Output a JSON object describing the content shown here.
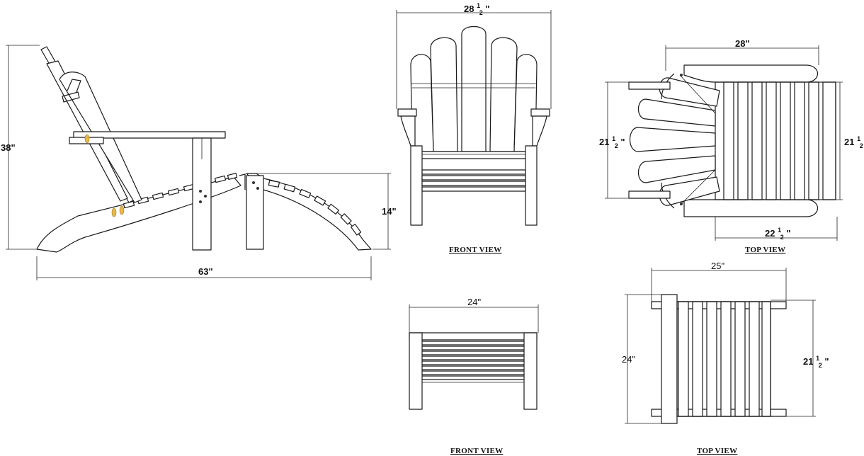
{
  "side_view": {
    "height_label": "38\"",
    "length_label": "63\"",
    "ottoman_height_label": "14\""
  },
  "chair_front_view": {
    "width_whole": "28",
    "width_fraction_num": "1",
    "width_fraction_den": "2",
    "width_suffix": "\"",
    "caption": "FRONT VIEW"
  },
  "chair_top_view": {
    "width_label": "28\"",
    "left_depth_whole": "21",
    "left_depth_num": "1",
    "left_depth_den": "2",
    "left_depth_suffix": "\"",
    "right_depth_whole": "21",
    "right_depth_num": "1",
    "right_depth_den": "2",
    "right_depth_suffix": "\"",
    "seat_width_whole": "22",
    "seat_width_num": "1",
    "seat_width_den": "2",
    "seat_width_suffix": "\"",
    "caption": "TOP VIEW"
  },
  "ottoman_front_view": {
    "width_label": "24\"",
    "caption": "FRONT VIEW"
  },
  "ottoman_top_view": {
    "width_label": "25\"",
    "depth_label": "24\"",
    "inner_depth_whole": "21",
    "inner_depth_num": "1",
    "inner_depth_den": "2",
    "inner_depth_suffix": "\"",
    "caption": "TOP VIEW"
  },
  "colors": {
    "line": "#1a1a1a",
    "highlight": "#e8b84a",
    "background": "#ffffff"
  }
}
